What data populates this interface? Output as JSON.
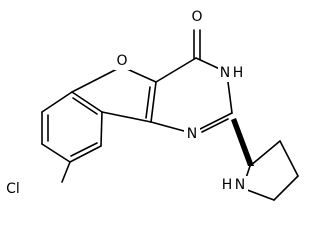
{
  "labels": {
    "oxygen_furan": "O",
    "oxygen_carbonyl": "O",
    "nitrogen_nh": "N",
    "hydrogen_nh": "H",
    "nitrogen_ring": "N",
    "chlorine": "Cl",
    "nitrogen_pyrrolidine_h": "H",
    "nitrogen_pyrrolidine": "N"
  },
  "colors": {
    "bond": "#000000",
    "text": "#000000",
    "background": "#ffffff"
  }
}
